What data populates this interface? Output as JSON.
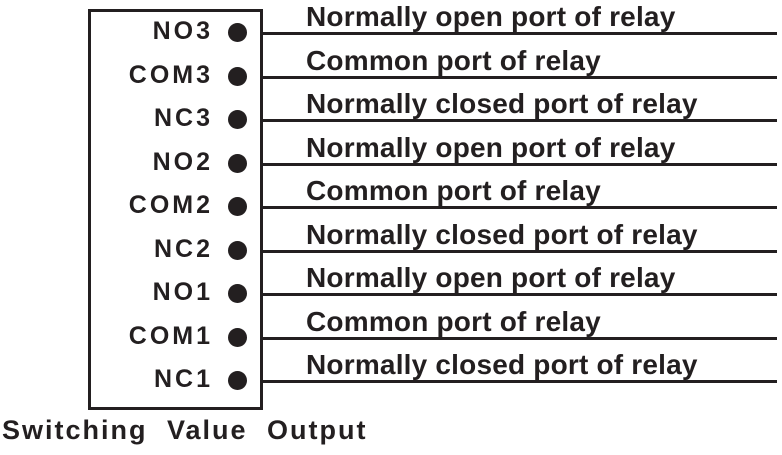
{
  "diagram": {
    "caption": "Switching Value Output",
    "colors": {
      "ink": "#231f20",
      "paper": "#ffffff"
    },
    "terminal_block": {
      "rows": [
        {
          "terminal": "NO3",
          "description": "Normally open port of relay"
        },
        {
          "terminal": "COM3",
          "description": "Common port of relay"
        },
        {
          "terminal": "NC3",
          "description": "Normally closed port of relay"
        },
        {
          "terminal": "NO2",
          "description": "Normally open port of relay"
        },
        {
          "terminal": "COM2",
          "description": "Common port of relay"
        },
        {
          "terminal": "NC2",
          "description": "Normally closed port of relay"
        },
        {
          "terminal": "NO1",
          "description": "Normally open port of relay"
        },
        {
          "terminal": "COM1",
          "description": "Common port of relay"
        },
        {
          "terminal": "NC1",
          "description": "Normally closed port of relay"
        }
      ]
    }
  }
}
